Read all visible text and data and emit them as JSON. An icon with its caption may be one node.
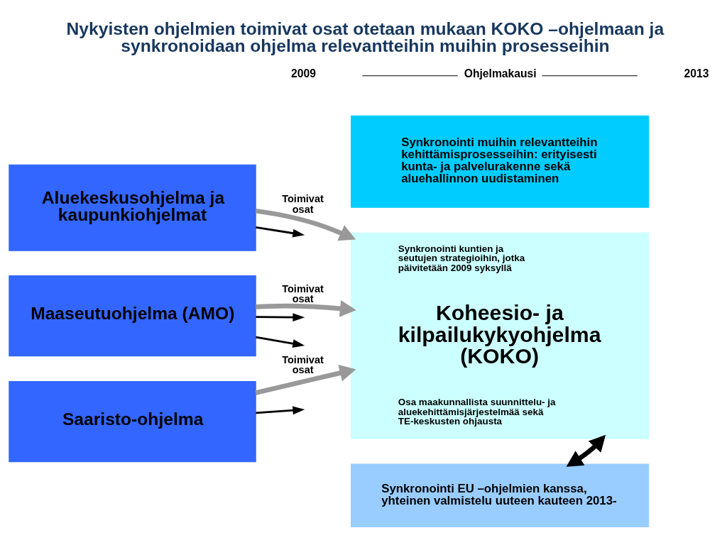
{
  "diagram": {
    "title": "Nykyisten ohjelmien toimivat osat otetaan mukaan KOKO –ohjelmaan ja synkronoidaan ohjelma relevantteihin muihin prosesseihin",
    "nodes": [
      {
        "text": [
          "Aluekeskusohjelma ja kaupunkiohjelmat"
        ]
      },
      {
        "text": [
          "Maaseutuohjelma (AMO)"
        ]
      },
      {
        "text": [
          "Saaristo-ohjelma"
        ]
      },
      {
        "text": [
          "Synkronointi muihin relevantteihin kehittämisprosesseihin: erityisesti kunta- ja palvelurakenne sekä aluehallinnon uudistaminen"
        ]
      },
      {
        "text": [
          "Synkronointi kuntien ja seutujen strategioihin, jotka päivitetään 2009 syksyllä",
          "Koheesio- ja kilpailukykyohjelma (KOKO)",
          "Osa maakunnallista suunnittelu- ja aluekehittämisjärjestelmää sekä TE-keskusten ohjausta"
        ]
      },
      {
        "text": [
          "Synkronointi EU –ohjelmien kanssa, yhteinen valmistelu uuteen kauteen 2013-"
        ]
      }
    ],
    "edges": [
      {
        "from": 0,
        "to": 4,
        "arrow": "to",
        "label": "Toimivat osat",
        "style": "thick",
        "color": "#999999"
      },
      {
        "from": 1,
        "to": 4,
        "arrow": "to",
        "label": "Toimivat osat",
        "style": "thick",
        "color": "#999999"
      },
      {
        "from": 2,
        "to": 4,
        "arrow": "to",
        "label": "Toimivat osat",
        "style": "thick",
        "color": "#999999"
      },
      {
        "from": 0,
        "to": null,
        "arrow": "to"
      },
      {
        "from": 1,
        "to": null,
        "arrow": "to"
      },
      {
        "from": 1,
        "to": null,
        "arrow": "to"
      },
      {
        "from": 2,
        "to": null,
        "arrow": "to"
      },
      {
        "from": 4,
        "to": 5,
        "arrow": "both",
        "style": "thick"
      }
    ],
    "labels": [
      "2009",
      "Ohjelmakausi",
      "2013"
    ]
  }
}
